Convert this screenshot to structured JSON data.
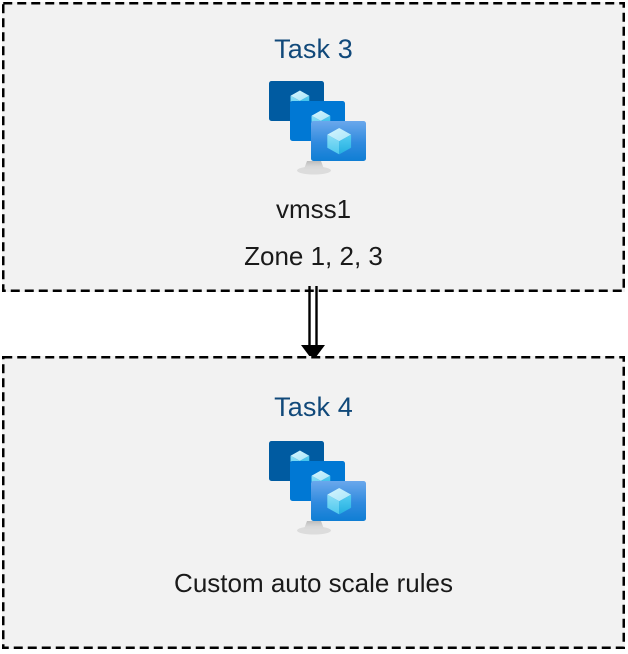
{
  "diagram": {
    "type": "flow",
    "background_color": "#ffffff",
    "box_fill_color": "#f2f2f2",
    "box_border_style": "dashed",
    "box_border_color": "#000000",
    "title_color": "#11497a",
    "label_color": "#1a1a1a",
    "nodes": [
      {
        "id": "task3",
        "title": "Task 3",
        "icon": "vm-scale-set-icon",
        "label_line1": "vmss1",
        "label_line2": "Zone 1, 2, 3"
      },
      {
        "id": "task4",
        "title": "Task 4",
        "icon": "vm-scale-set-icon",
        "label_line1": "Custom auto scale rules",
        "label_line2": ""
      }
    ],
    "connector": {
      "from": "task3",
      "to": "task4",
      "style": "double-line-arrow",
      "direction": "down",
      "color": "#000000"
    },
    "icon_colors": {
      "back_screen": "#005ba1",
      "middle_screen": "#0078d4",
      "front_screen_top": "#5ea0e8",
      "front_screen_bottom": "#0f7ed4",
      "cube_light": "#9fe3f9",
      "cube_mid": "#50d3f5",
      "cube_dark": "#32bde8",
      "stand": "#b3b3b3"
    }
  }
}
